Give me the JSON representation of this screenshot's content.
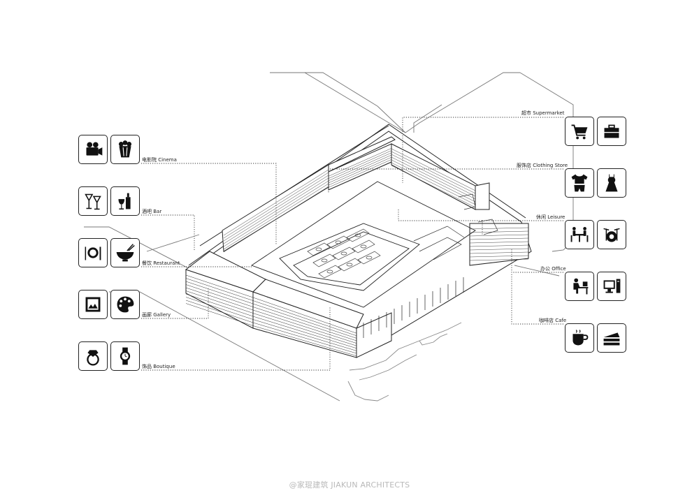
{
  "left_programs": [
    {
      "key": "cinema",
      "label": "电影院  Cinema",
      "icons": [
        "film-camera-icon",
        "popcorn-icon"
      ]
    },
    {
      "key": "bar",
      "label": "酒吧  Bar",
      "icons": [
        "cocktail-glasses-icon",
        "wine-bottle-icon"
      ]
    },
    {
      "key": "restaurant",
      "label": "餐饮  Restaurant",
      "icons": [
        "plate-cutlery-icon",
        "bowl-chopsticks-icon"
      ]
    },
    {
      "key": "gallery",
      "label": "画廊  Gallery",
      "icons": [
        "framed-painting-icon",
        "paint-palette-icon"
      ]
    },
    {
      "key": "boutique",
      "label": "饰品  Boutique",
      "icons": [
        "diamond-ring-icon",
        "wristwatch-icon"
      ]
    }
  ],
  "right_programs": [
    {
      "key": "supermarket",
      "label": "超市  Supermarket",
      "icons": [
        "shopping-cart-icon",
        "briefcase-icon"
      ]
    },
    {
      "key": "clothing",
      "label": "服饰店  Clothing Store",
      "icons": [
        "tshirt-shorts-icon",
        "dress-icon"
      ]
    },
    {
      "key": "leisure",
      "label": "休闲  Leisure",
      "icons": [
        "table-chairs-icon",
        "drum-kit-icon"
      ]
    },
    {
      "key": "office",
      "label": "办公  Office",
      "icons": [
        "person-at-desk-icon",
        "computer-icon"
      ]
    },
    {
      "key": "cafe",
      "label": "咖啡店  Cafe",
      "icons": [
        "coffee-cup-icon",
        "cake-slice-icon"
      ]
    }
  ],
  "watermark": "@家琨建筑 JIAKUN ARCHITECTS",
  "colors": {
    "line": "#222222",
    "light_line": "#999999",
    "watermark": "#b9b9b9",
    "background": "#ffffff"
  }
}
